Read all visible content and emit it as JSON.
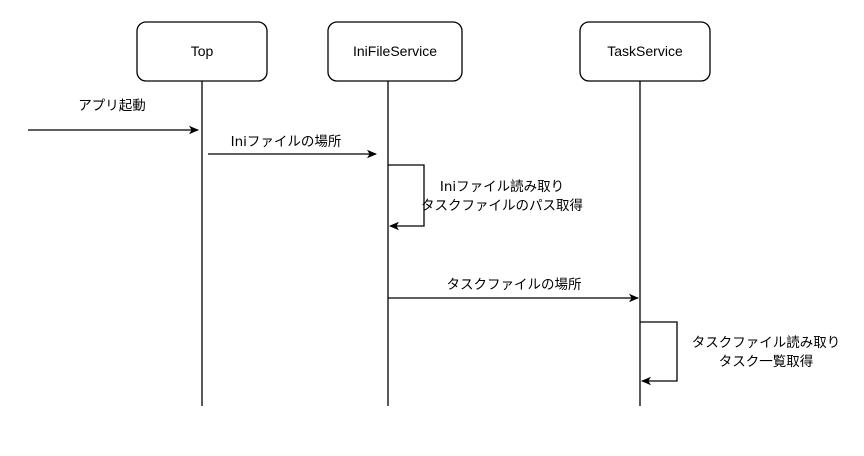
{
  "participants": [
    {
      "id": "top",
      "label": "Top"
    },
    {
      "id": "ini",
      "label": "IniFileService"
    },
    {
      "id": "task",
      "label": "TaskService"
    }
  ],
  "messages": {
    "app_start": "アプリ起動",
    "ini_location": "Iniファイルの場所",
    "ini_read_line1": "Iniファイル読み取り",
    "ini_read_line2": "タスクファイルのパス取得",
    "task_location": "タスクファイルの場所",
    "task_read_line1": "タスクファイル読み取り",
    "task_read_line2": "タスク一覧取得"
  }
}
